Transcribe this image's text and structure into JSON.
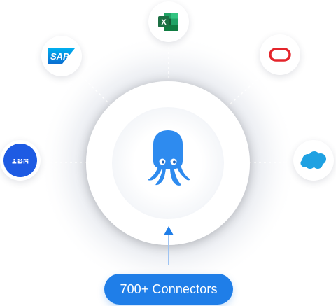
{
  "colors": {
    "accent": "#1F7EE8",
    "octopus": "#2E8BEF",
    "excel_green": "#1D7044",
    "sap_blue": "#1F7FD6",
    "oracle_red": "#E4252B",
    "ibm_blue": "#1E5BE3",
    "salesforce_blue": "#1FA1E2"
  },
  "hub": {
    "icon": "octopus-icon"
  },
  "connectors": [
    {
      "name": "Excel",
      "icon": "excel-icon",
      "label": "X"
    },
    {
      "name": "SAP",
      "icon": "sap-icon",
      "label": "SAP"
    },
    {
      "name": "Oracle",
      "icon": "oracle-icon"
    },
    {
      "name": "IBM",
      "icon": "ibm-icon",
      "label": "IBM"
    },
    {
      "name": "Salesforce",
      "icon": "salesforce-icon"
    }
  ],
  "cta": {
    "label": "700+ Connectors"
  }
}
